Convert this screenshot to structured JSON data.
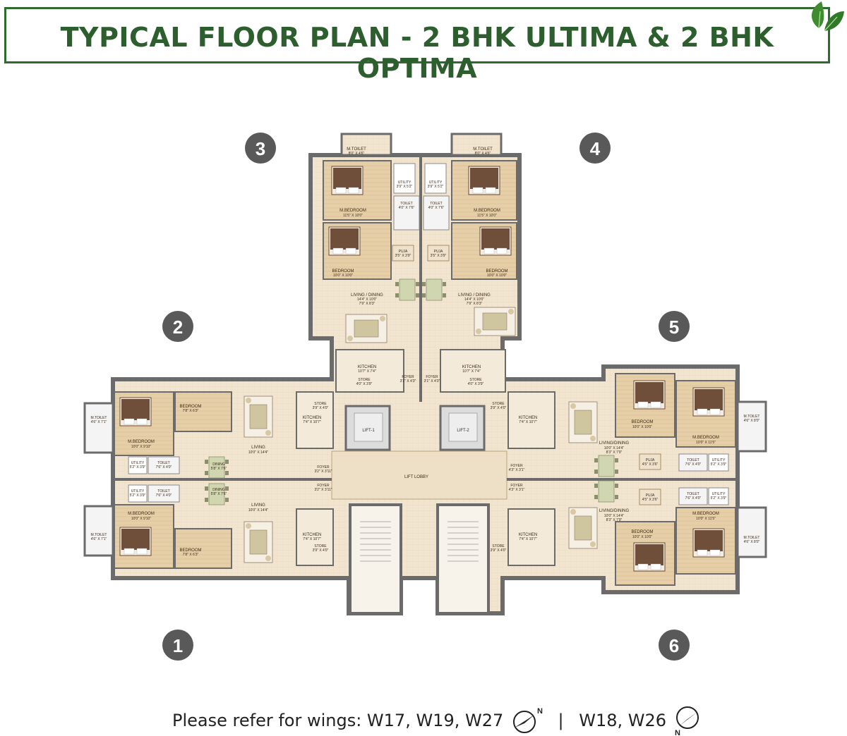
{
  "title": "TYPICAL FLOOR PLAN - 2 BHK ULTIMA & 2 BHK OPTIMA",
  "wing_numbers": [
    "1",
    "2",
    "3",
    "4",
    "5",
    "6"
  ],
  "footer": {
    "prefix": "Please refer for wings: W17, W19, W27",
    "separator": "|",
    "suffix": "W18, W26",
    "north_label": "N"
  },
  "core": {
    "lift1": "LIFT-1",
    "lift2": "LIFT-2",
    "lobby": "LIFT LOBBY"
  },
  "rooms": {
    "m_toilet": "M.TOILET",
    "m_bedroom": "M.BEDROOM",
    "bedroom": "BEDROOM",
    "toilet": "TOILET",
    "utility": "UTILITY",
    "puja": "PUJA",
    "living_dining": "LIVING / DINING",
    "living_dining_b": "LIVING/DINING",
    "living": "LIVING",
    "dining": "DINING",
    "kitchen": "KITCHEN",
    "store": "STORE",
    "foyer": "FOYER"
  },
  "dims": {
    "u3_mtoilet": "8'0\" X 4'6\"",
    "u3_mbed": "11'5\" X 10'0\"",
    "u3_bed": "10'0\" X 10'0\"",
    "u3_utility": "3'9\" X 5'2\"",
    "u3_toilet": "4'0\" X 7'6\"",
    "u3_puja": "3'5\" X 3'9\"",
    "u3_living": "14'4\" X 10'0\"",
    "u3_living2": "7'9\" X 8'3\"",
    "u3_kitchen": "10'7\" X 7'4\"",
    "u3_store": "4'0\" X 3'9\"",
    "u3_foyer": "3'1\" X 4'3\"",
    "u4_mtoilet": "8'0\" X 4'6\"",
    "u4_mbed": "11'5\" X 10'0\"",
    "u4_bed": "10'0\" X 10'0\"",
    "u4_utility": "3'9\" X 5'2\"",
    "u4_toilet": "4'0\" X 7'6\"",
    "u4_puja": "3'5\" X 3'9\"",
    "u4_living": "14'4\" X 10'0\"",
    "u4_living2": "7'9\" X 8'3\"",
    "u4_kitchen": "10'7\" X 7'4\"",
    "u4_store": "4'0\" X 3'9\"",
    "u4_foyer": "3'1\" X 4'3\"",
    "u2_mtoilet": "4'6\" X 7'1\"",
    "u2_mbed": "10'0\" X 9'10\"",
    "u2_bed": "7'8\" X 6'3\"",
    "u2_living": "10'0\" X 14'4\"",
    "u2_kitchen": "7'4\" X 10'7\"",
    "u2_store": "3'9\" X 4'0\"",
    "u2_utility": "5'2\" X 3'9\"",
    "u2_toilet": "7'6\" X 4'0\"",
    "u2_dining": "5'8\" X 7'6\"",
    "u2_foyer": "3'2\" X 3'11\"",
    "u1_mtoilet": "4'6\" X 7'1\"",
    "u1_mbed": "10'0\" X 9'10\"",
    "u1_bed": "7'8\" X 6'3\"",
    "u1_living": "10'0\" X 14'4\"",
    "u1_kitchen": "7'4\" X 10'7\"",
    "u1_store": "3'9\" X 4'0\"",
    "u1_utility": "5'2\" X 3'9\"",
    "u1_toilet": "7'6\" X 4'0\"",
    "u1_dining": "5'8\" X 7'6\"",
    "u1_foyer": "3'2\" X 3'11\"",
    "u5_mtoilet": "4'6\" X 8'0\"",
    "u5_mbed": "10'0\" X 11'5\"",
    "u5_bed": "10'0\" X 10'0\"",
    "u5_living": "10'0\" X 14'4\"",
    "u5_living2": "8'3\" X 7'9\"",
    "u5_kitchen": "7'4\" X 10'7\"",
    "u5_store": "3'9\" X 4'0\"",
    "u5_utility": "5'2\" X 3'9\"",
    "u5_toilet": "7'6\" X 4'0\"",
    "u5_puja": "4'5\" X 3'6\"",
    "u5_foyer": "4'3\" X 3'1\"",
    "u6_mtoilet": "4'6\" X 8'0\"",
    "u6_mbed": "10'0\" X 11'5\"",
    "u6_bed": "10'0\" X 10'0\"",
    "u6_living": "10'0\" X 14'4\"",
    "u6_living2": "8'3\" X 7'9\"",
    "u6_kitchen": "7'4\" X 10'7\"",
    "u6_store": "3'9\" X 4'0\"",
    "u6_utility": "5'2\" X 3'9\"",
    "u6_toilet": "7'6\" X 4'0\"",
    "u6_puja": "4'5\" X 3'6\"",
    "u6_foyer": "4'3\" X 3'1\""
  },
  "colors": {
    "title_green": "#2d5e2d",
    "wall": "#6b6b6b",
    "floor_light": "#f2e6d2",
    "floor_mid": "#e8d6b8",
    "wood": "#b8874f",
    "wing_badge": "#595959"
  }
}
